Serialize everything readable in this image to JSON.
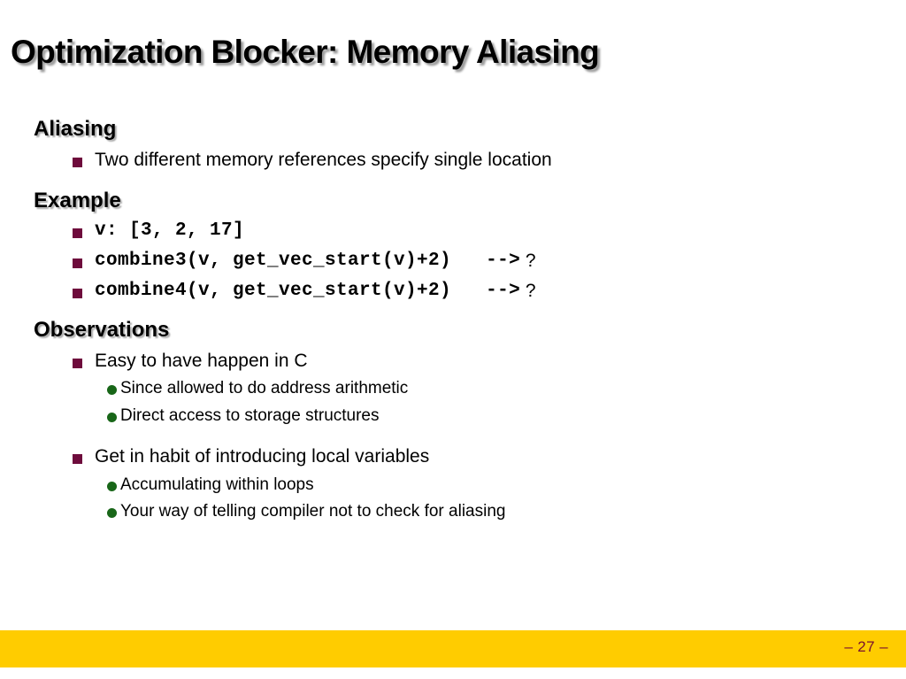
{
  "slide": {
    "title": "Optimization Blocker: Memory Aliasing",
    "page_number": "– 27 –",
    "accent_bar_color": "#FFCC00",
    "bullet_square_color": "#6E0B3C",
    "bullet_dot_color": "#186618",
    "page_number_color": "#7A1030"
  },
  "sections": [
    {
      "heading": "Aliasing",
      "bullets": [
        {
          "text": "Two different memory references specify single location"
        }
      ]
    },
    {
      "heading": "Example",
      "bullets": [
        {
          "code": "v: [3, 2, 17]"
        },
        {
          "code": "combine3(v, get_vec_start(v)+2)",
          "arrow": "   -->",
          "result": " ?"
        },
        {
          "code": "combine4(v, get_vec_start(v)+2)",
          "arrow": "   -->",
          "result": " ?"
        }
      ]
    },
    {
      "heading": "Observations",
      "bullets": [
        {
          "text": "Easy to have happen in C",
          "subs": [
            "Since allowed to do address arithmetic",
            "Direct access to storage structures"
          ]
        },
        {
          "text": "Get in habit of introducing local variables",
          "subs": [
            "Accumulating within loops",
            "Your way of telling compiler not to check for aliasing"
          ]
        }
      ]
    }
  ]
}
